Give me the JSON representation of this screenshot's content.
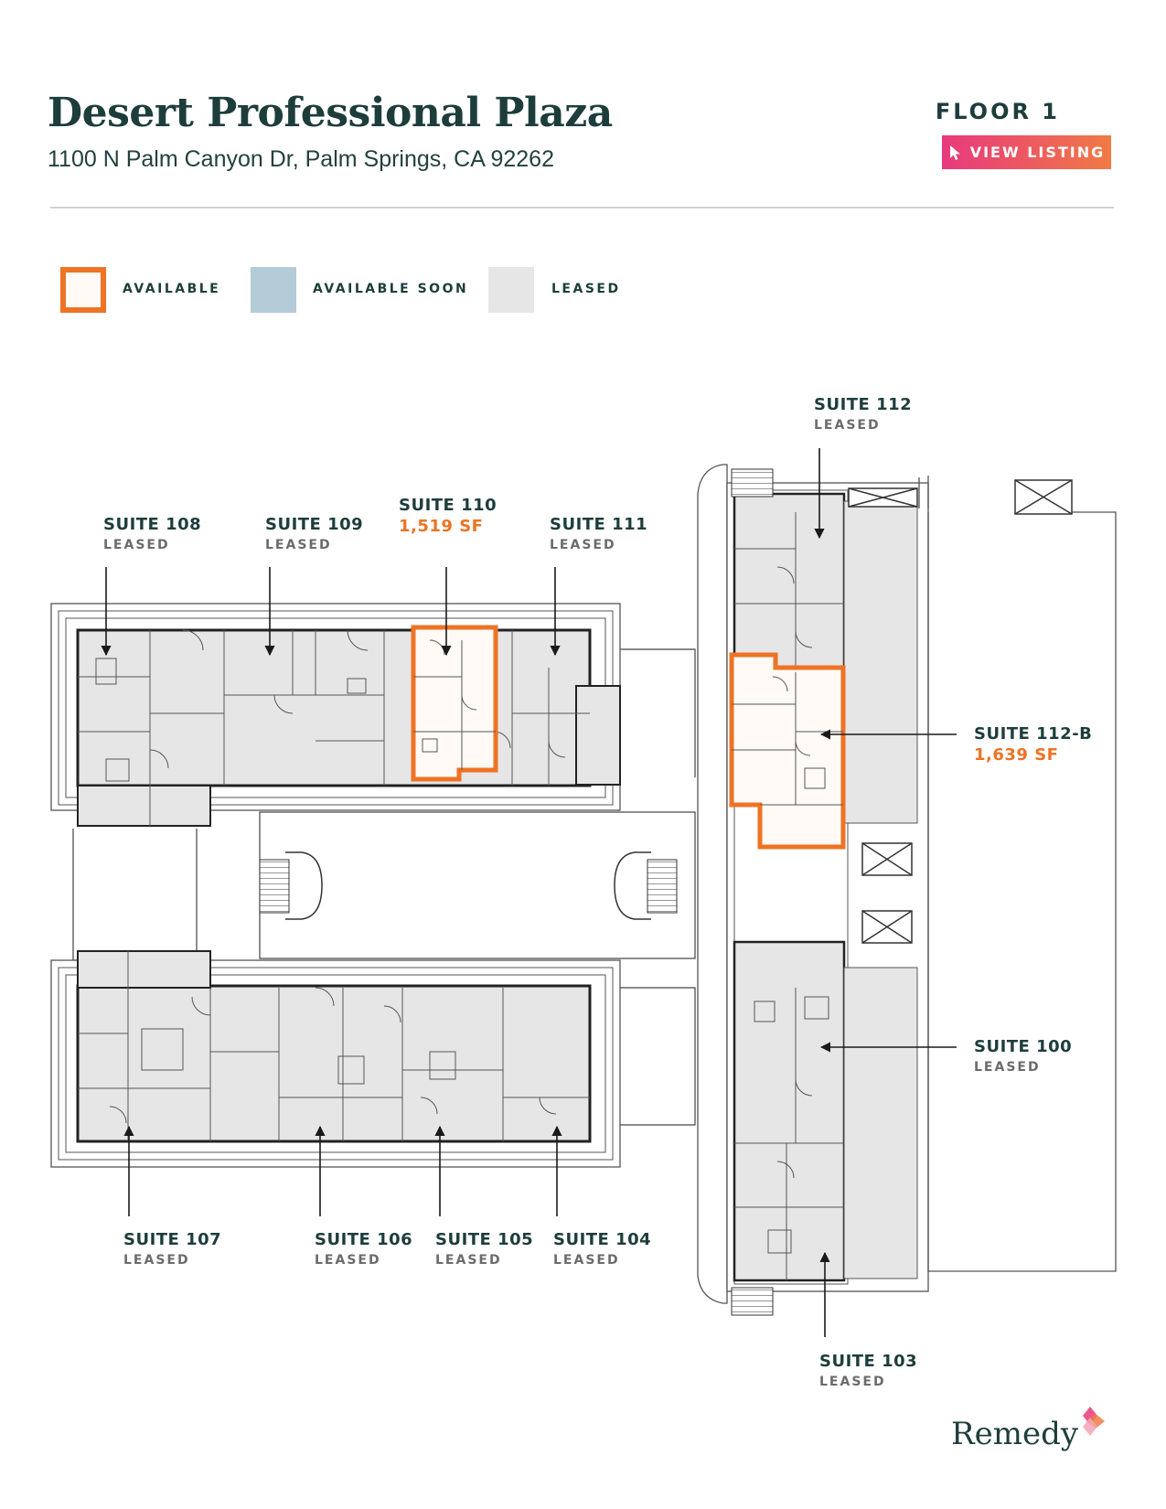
{
  "header": {
    "title": "Desert Professional Plaza",
    "address": "1100 N Palm Canyon Dr, Palm Springs, CA 92262",
    "floor": "FLOOR 1",
    "view_listing": "VIEW LISTING"
  },
  "legend": {
    "available": "AVAILABLE",
    "available_soon": "AVAILABLE SOON",
    "leased": "LEASED"
  },
  "colors": {
    "available": "#ee7324",
    "available_soon": "#b3ccd8",
    "leased": "#e6e6e6",
    "title": "#1d3d3c",
    "button_start": "#e8397d",
    "button_end": "#f07a45"
  },
  "suites": {
    "s108": {
      "name": "SUITE 108",
      "status": "LEASED"
    },
    "s109": {
      "name": "SUITE 109",
      "status": "LEASED"
    },
    "s110": {
      "name": "SUITE 110",
      "status": "1,519 SF"
    },
    "s111": {
      "name": "SUITE 111",
      "status": "LEASED"
    },
    "s112": {
      "name": "SUITE 112",
      "status": "LEASED"
    },
    "s112b": {
      "name": "SUITE 112-B",
      "status": "1,639 SF"
    },
    "s100": {
      "name": "SUITE 100",
      "status": "LEASED"
    },
    "s103": {
      "name": "SUITE 103",
      "status": "LEASED"
    },
    "s104": {
      "name": "SUITE 104",
      "status": "LEASED"
    },
    "s105": {
      "name": "SUITE 105",
      "status": "LEASED"
    },
    "s106": {
      "name": "SUITE 106",
      "status": "LEASED"
    },
    "s107": {
      "name": "SUITE 107",
      "status": "LEASED"
    }
  },
  "brand": "Remedy"
}
